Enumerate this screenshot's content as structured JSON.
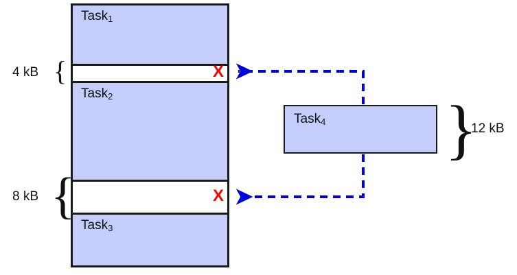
{
  "diagram": {
    "title_text": "",
    "colors": {
      "block_fill": "#c5cefa",
      "block_border": "#1a1a1a",
      "arrow": "#0000dd",
      "x_mark": "#fb0000",
      "background": "#ffffff"
    },
    "memory": {
      "segments": [
        {
          "name": "task-1",
          "label": "Task",
          "subscript": "1",
          "kind": "allocated",
          "size_label": ""
        },
        {
          "name": "hole-4kb",
          "label": "",
          "subscript": "",
          "kind": "hole",
          "size_label": "4 kB"
        },
        {
          "name": "task-2",
          "label": "Task",
          "subscript": "2",
          "kind": "allocated",
          "size_label": ""
        },
        {
          "name": "hole-8kb",
          "label": "",
          "subscript": "",
          "kind": "hole",
          "size_label": "8 kB"
        },
        {
          "name": "task-3",
          "label": "Task",
          "subscript": "3",
          "kind": "allocated",
          "size_label": ""
        }
      ]
    },
    "holes": [
      {
        "size_label": "4 kB",
        "reject_mark": "X",
        "brace": "{"
      },
      {
        "size_label": "8 kB",
        "reject_mark": "X",
        "brace": "{"
      }
    ],
    "incoming_task": {
      "label": "Task",
      "subscript": "4",
      "size_label": "12 kB",
      "brace": "}"
    }
  }
}
